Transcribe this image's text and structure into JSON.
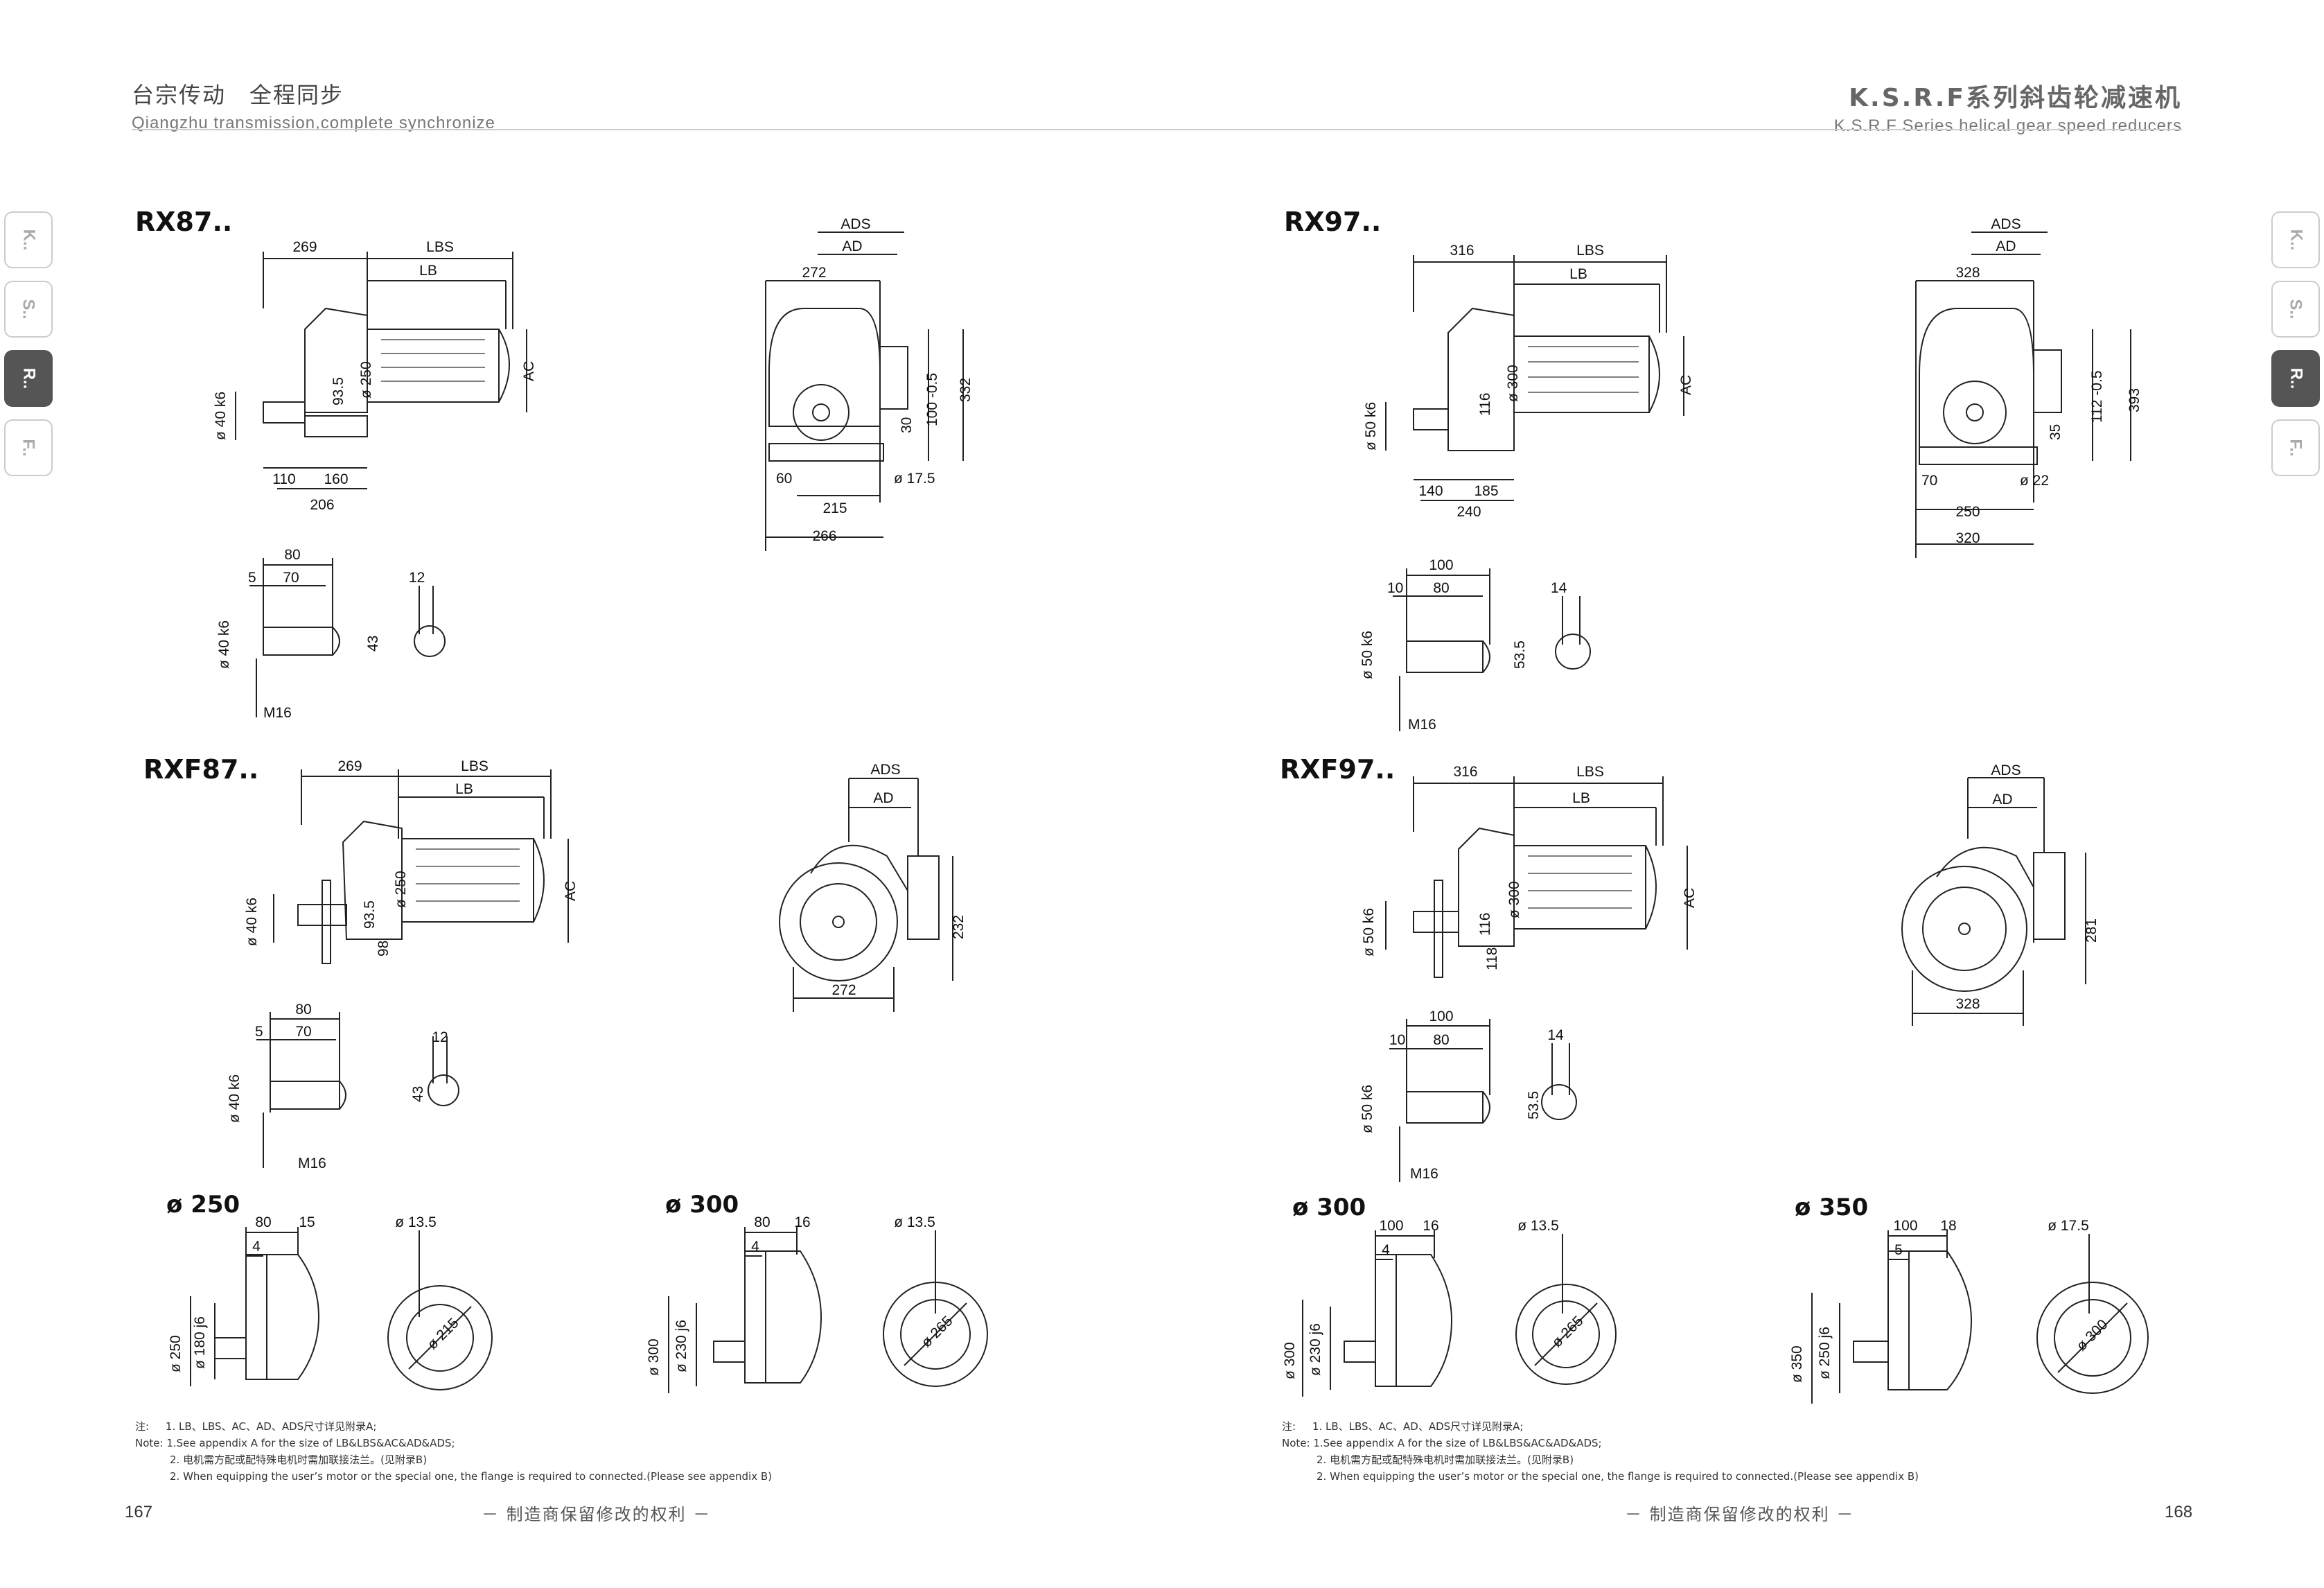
{
  "header": {
    "left_zh": "台宗传动　全程同步",
    "left_en": "Qiangzhu transmission,complete synchronize",
    "right_zh": "K.S.R.F系列斜齿轮减速机",
    "right_en": "K.S.R.F Series helical gear speed reducers"
  },
  "side_tabs": [
    "K..",
    "S..",
    "R..",
    "F.."
  ],
  "active_tab": "R..",
  "sections": {
    "rx87": {
      "title": "RX87..",
      "side": {
        "d_shaft": "ø 40 k6",
        "d_flange": "ø 250",
        "h": "93.5",
        "len_a": "269",
        "lbs": "LBS",
        "lb": "LB",
        "ac": "AC",
        "b1": "110",
        "b2": "160",
        "b3": "206"
      },
      "front": {
        "ads": "ADS",
        "ad": "AD",
        "w": "272",
        "h1": "30",
        "h2": "100 -0.5",
        "h3": "332",
        "off": "60",
        "hole": "ø 17.5",
        "w2": "215",
        "w3": "266"
      },
      "shaft": {
        "l1": "80",
        "l2": "5",
        "l3": "70",
        "d": "ø 40 k6",
        "key": "12",
        "kh": "43",
        "thread": "M16"
      }
    },
    "rx97": {
      "title": "RX97..",
      "side": {
        "d_shaft": "ø 50 k6",
        "d_flange": "ø 300",
        "h": "116",
        "len_a": "316",
        "lbs": "LBS",
        "lb": "LB",
        "ac": "AC",
        "b1": "140",
        "b2": "185",
        "b3": "240"
      },
      "front": {
        "ads": "ADS",
        "ad": "AD",
        "w": "328",
        "h1": "35",
        "h2": "112 -0.5",
        "h3": "393",
        "off": "70",
        "hole": "ø 22",
        "w2": "250",
        "w3": "320"
      },
      "shaft": {
        "l1": "100",
        "l2": "10",
        "l3": "80",
        "d": "ø 50 k6",
        "key": "14",
        "kh": "53.5",
        "thread": "M16"
      }
    },
    "rxf87": {
      "title": "RXF87..",
      "side": {
        "d_shaft": "ø 40 k6",
        "d_flange": "ø 250",
        "h": "93.5",
        "h2": "98",
        "len_a": "269",
        "lbs": "LBS",
        "lb": "LB",
        "ac": "AC"
      },
      "front": {
        "ads": "ADS",
        "ad": "AD",
        "h": "232",
        "w": "272"
      },
      "shaft": {
        "l1": "80",
        "l2": "5",
        "l3": "70",
        "d": "ø 40 k6",
        "key": "12",
        "kh": "43",
        "thread": "M16"
      }
    },
    "rxf97": {
      "title": "RXF97..",
      "side": {
        "d_shaft": "ø 50 k6",
        "d_flange": "ø 300",
        "h": "116",
        "h2": "118",
        "len_a": "316",
        "lbs": "LBS",
        "lb": "LB",
        "ac": "AC"
      },
      "front": {
        "ads": "ADS",
        "ad": "AD",
        "h": "281",
        "w": "328"
      },
      "shaft": {
        "l1": "100",
        "l2": "10",
        "l3": "80",
        "d": "ø 50 k6",
        "key": "14",
        "kh": "53.5",
        "thread": "M16"
      }
    }
  },
  "flanges": [
    {
      "title": "ø 250",
      "a": "80",
      "b": "15",
      "c": "4",
      "d1": "ø 250",
      "d2": "ø 180 j6",
      "hole": "ø 13.5",
      "pcd": "ø 215"
    },
    {
      "title": "ø 300",
      "a": "80",
      "b": "16",
      "c": "4",
      "d1": "ø 300",
      "d2": "ø 230 j6",
      "hole": "ø 13.5",
      "pcd": "ø 265"
    },
    {
      "title": "ø 300",
      "a": "100",
      "b": "16",
      "c": "4",
      "d1": "ø 300",
      "d2": "ø 230 j6",
      "hole": "ø 13.5",
      "pcd": "ø 265"
    },
    {
      "title": "ø 350",
      "a": "100",
      "b": "18",
      "c": "5",
      "d1": "ø 350",
      "d2": "ø 250 j6",
      "hole": "ø 17.5",
      "pcd": "ø 300"
    }
  ],
  "notes": {
    "zh_label": "注:",
    "en_label": "Note:",
    "line1_zh": "1. LB、LBS、AC、AD、ADS尺寸详见附录A;",
    "line1_en": "1.See appendix A for the size of LB&LBS&AC&AD&ADS;",
    "line2_zh": "2. 电机需方配或配特殊电机时需加联接法兰。(见附录B)",
    "line2_en": "2. When equipping the user’s motor or the special one, the flange is required to connected.(Please see appendix B)"
  },
  "footer": {
    "page_left": "167",
    "page_right": "168",
    "rights": "－ 制造商保留修改的权利 －"
  }
}
